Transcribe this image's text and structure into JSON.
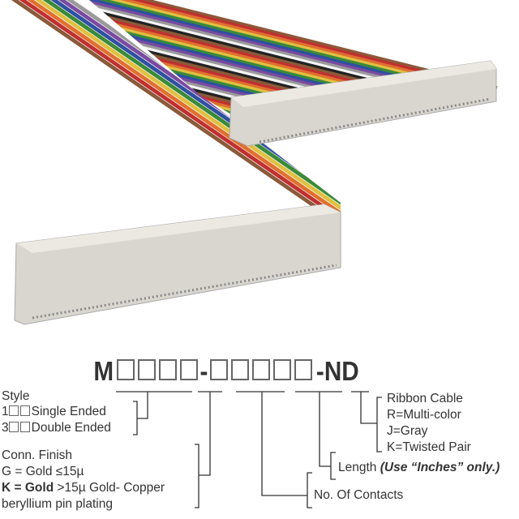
{
  "part_number": {
    "prefix": "M",
    "group1_boxes": 4,
    "separator": "-",
    "group2_boxes": 5,
    "suffix": "-ND"
  },
  "legend": {
    "style": {
      "title": "Style",
      "single_code": "1",
      "single_label": "Single Ended",
      "double_code": "3",
      "double_label": "Double Ended"
    },
    "conn_finish": {
      "title": "Conn. Finish",
      "g_line": "G = Gold ≤15µ",
      "k_line_bold": "K = Gold",
      "k_line_rest": ">15µ Gold- Copper",
      "k_line2": "beryllium pin plating"
    },
    "contacts": {
      "label": "No. Of Contacts"
    },
    "length": {
      "label": "Length",
      "note": "(Use “Inches” only.)"
    },
    "ribbon": {
      "title": "Ribbon Cable",
      "r": "R=Multi-color",
      "j": "J=Gray",
      "k": "K=Twisted Pair"
    }
  },
  "cable_colors": [
    "#8a5a3a",
    "#c03030",
    "#e07030",
    "#e0c040",
    "#3a8a3a",
    "#3050a0",
    "#7a4aa0",
    "#9a9a9a",
    "#f4f4f4",
    "#222222"
  ]
}
